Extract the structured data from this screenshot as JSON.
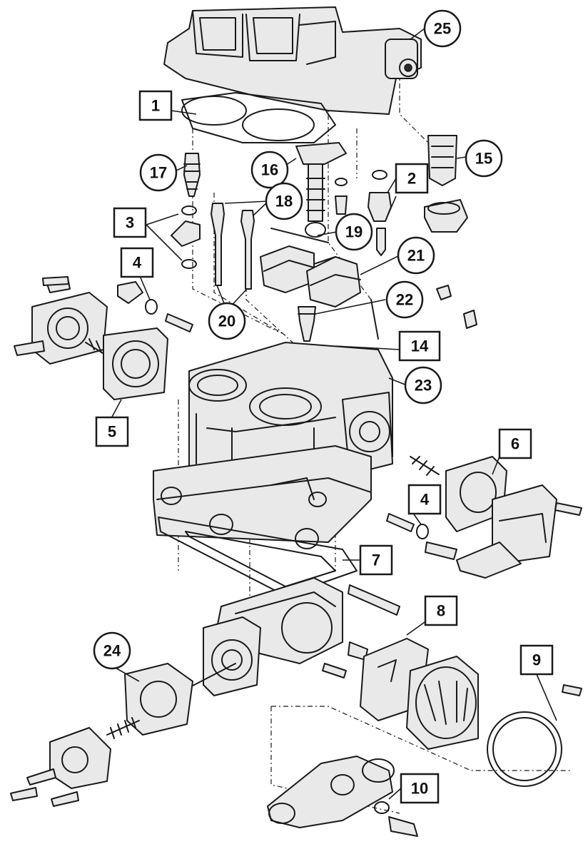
{
  "callouts": [
    {
      "id": "c1",
      "label": "1",
      "shape": "box"
    },
    {
      "id": "c2",
      "label": "2",
      "shape": "box"
    },
    {
      "id": "c3",
      "label": "3",
      "shape": "box"
    },
    {
      "id": "c4a",
      "label": "4",
      "shape": "box"
    },
    {
      "id": "c4b",
      "label": "4",
      "shape": "box"
    },
    {
      "id": "c5",
      "label": "5",
      "shape": "box"
    },
    {
      "id": "c6",
      "label": "6",
      "shape": "box"
    },
    {
      "id": "c7",
      "label": "7",
      "shape": "box"
    },
    {
      "id": "c8",
      "label": "8",
      "shape": "box"
    },
    {
      "id": "c9",
      "label": "9",
      "shape": "box"
    },
    {
      "id": "c10",
      "label": "10",
      "shape": "box"
    },
    {
      "id": "c14",
      "label": "14",
      "shape": "box"
    },
    {
      "id": "c15",
      "label": "15",
      "shape": "circle"
    },
    {
      "id": "c16",
      "label": "16",
      "shape": "circle"
    },
    {
      "id": "c17",
      "label": "17",
      "shape": "circle"
    },
    {
      "id": "c18",
      "label": "18",
      "shape": "circle"
    },
    {
      "id": "c19",
      "label": "19",
      "shape": "circle"
    },
    {
      "id": "c20",
      "label": "20",
      "shape": "circle"
    },
    {
      "id": "c21",
      "label": "21",
      "shape": "circle"
    },
    {
      "id": "c22",
      "label": "22",
      "shape": "circle"
    },
    {
      "id": "c23",
      "label": "23",
      "shape": "circle"
    },
    {
      "id": "c24",
      "label": "24",
      "shape": "circle"
    },
    {
      "id": "c25",
      "label": "25",
      "shape": "circle"
    }
  ]
}
